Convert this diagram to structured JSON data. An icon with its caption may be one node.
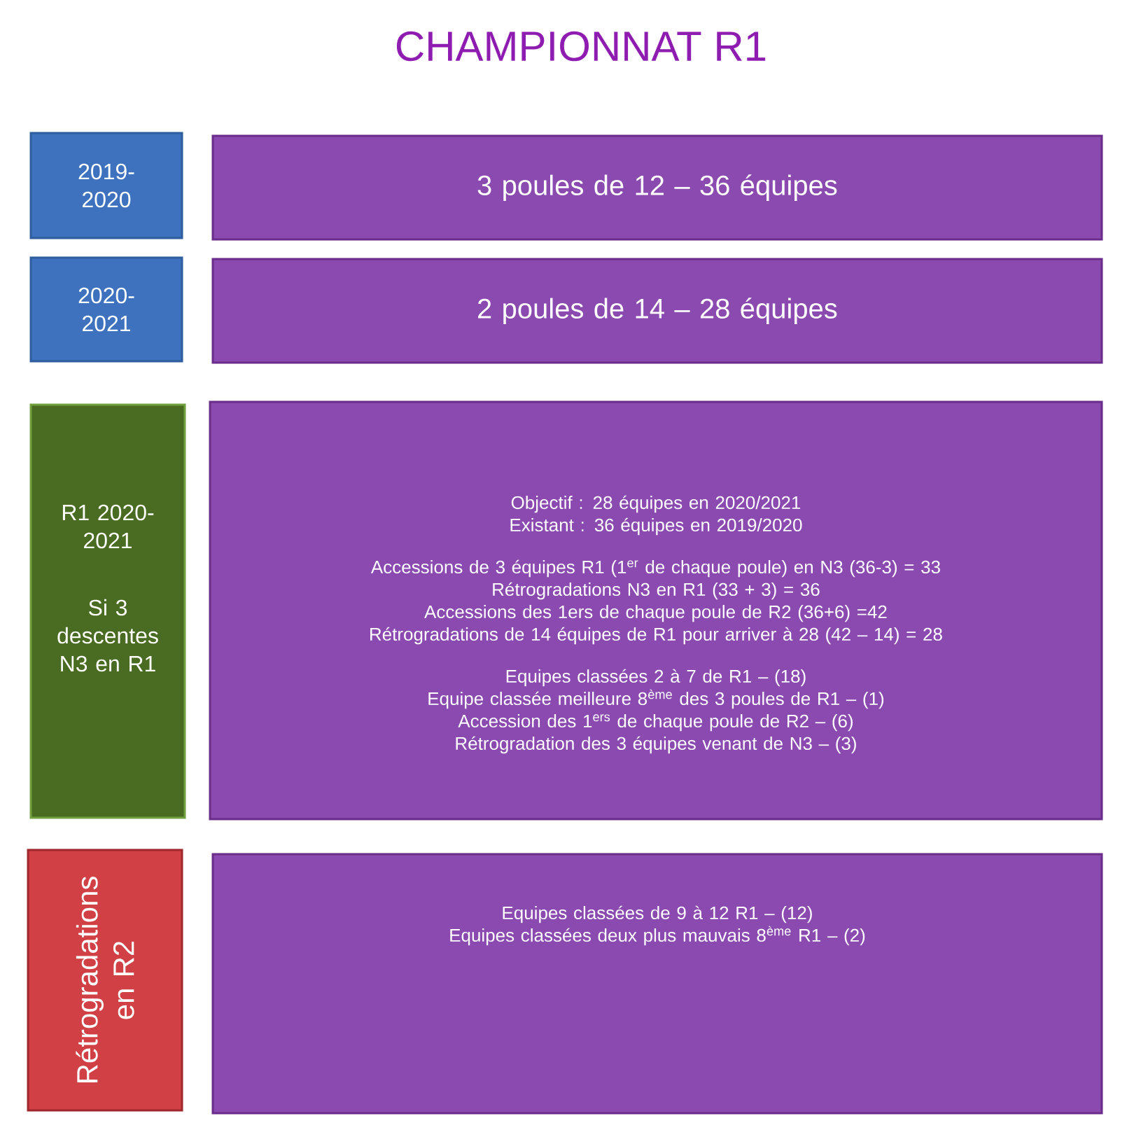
{
  "diagram": {
    "title": "CHAMPIONNAT R1",
    "nodes": [
      {
        "text": [
          "2019-2020"
        ]
      },
      {
        "text": [
          "3 poules de 12 – 36 équipes"
        ]
      },
      {
        "text": [
          "2020-2021"
        ]
      },
      {
        "text": [
          "2 poules de 14 – 28 équipes"
        ]
      },
      {
        "text": [
          "R1 2020-2021",
          "Si 3 descentes N3 en R1"
        ]
      },
      {
        "text": [
          "Objectif : 28 équipes en 2020/2021",
          "Existant : 36 équipes en 2019/2020",
          "Accessions de 3 équipes R1 (1$^{er}$ de chaque poule) en N3 (36-3) = 33",
          "Rétrogradations N3 en R1 (33 + 3) = 36",
          "Accessions des 1ers de chaque poule de R2 (36+6) =42",
          "Rétrogradations de 14 équipes de R1 pour arriver à 28 (42 – 14) = 28",
          "Equipes classées 2 à 7 de R1 – (18)",
          "Equipe classée meilleure 8$^{ème}$ des 3 poules de R1 – (1)",
          "Accession des 1$^{ers}$ de chaque poule de R2 – (6)",
          "Rétrogradation des 3 équipes venant de N3 – (3)"
        ]
      },
      {
        "text": [
          "Rétrogradations en R2"
        ]
      },
      {
        "text": [
          "Equipes classées de 9 à 12 R1 – (12)",
          "Equipes classées deux plus mauvais 8$^{ème}$ R1 – (2)"
        ]
      }
    ]
  }
}
